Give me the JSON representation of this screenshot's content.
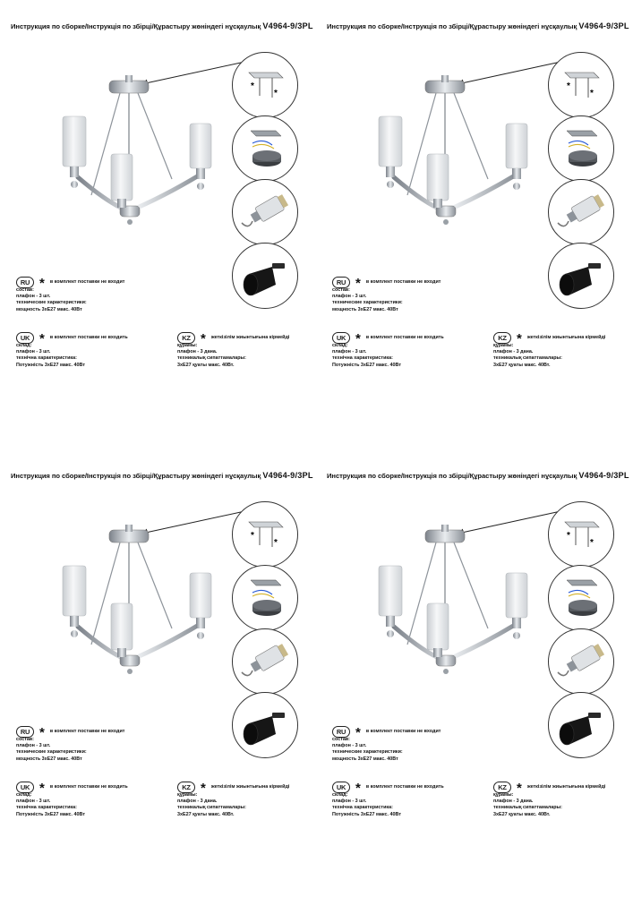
{
  "title": "Инструкция по сборке/Інструкція по збірці/Құрастыру жөніндегі нұсқаулық",
  "model": "V4964-9/3PL",
  "ru": {
    "badge": "RU",
    "star": "*",
    "note": "в комплект поставки не входит",
    "line1": "состав:",
    "line2": "плафон - 3 шт.",
    "line3": "технические характеристики:",
    "line4": "мощность 3xE27 макс. 40Вт"
  },
  "uk": {
    "badge": "UK",
    "star": "*",
    "note": "в комплект поставки не входить",
    "line1": "склад:",
    "line2": "плафон - 3 шт.",
    "line3": "технічна характеристика:",
    "line4": "Потужність 3xE27 макс. 40Вт"
  },
  "kz": {
    "badge": "KZ",
    "star": "*",
    "note": "жеткізілім жиынтығына кірмейді",
    "line1": "құрамы:",
    "line2": "плафон - 3 дана.",
    "line3": "техникалық сипаттамалары:",
    "line4": "3xE27 қуаты макс. 40Вт."
  },
  "colors": {
    "chrome": "#a9aeb4",
    "glass": "#e6e8ea",
    "socket": "#161616"
  },
  "icons": [
    "mounting-bar-icon",
    "wiring-icon",
    "lampholder-icon",
    "socket-ring-icon"
  ]
}
